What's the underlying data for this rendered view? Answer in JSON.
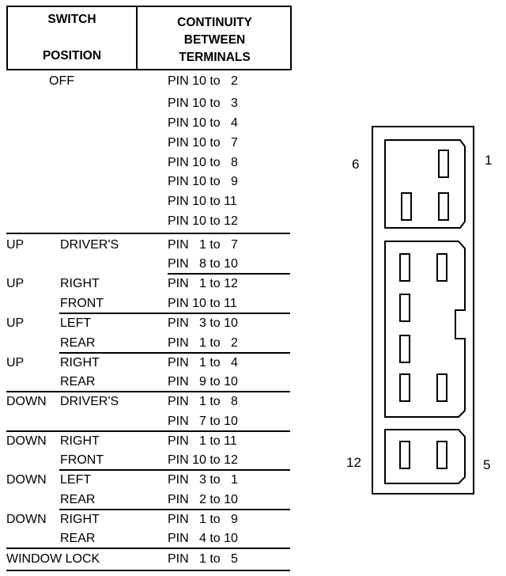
{
  "header": {
    "col1_line1": "SWITCH",
    "col1_line2": "POSITION",
    "col2_line1": "CONTINUITY",
    "col2_line2": "BETWEEN",
    "col2_line3": "TERMINALS"
  },
  "off_label": "OFF",
  "off_pins": [
    "PIN 10 to   2",
    "PIN 10 to   3",
    "PIN 10 to   4",
    "PIN 10 to   7",
    "PIN 10 to   8",
    "PIN 10 to   9",
    "PIN 10 to 11",
    "PIN 10 to 12"
  ],
  "rows": [
    {
      "dir": "UP",
      "pos": "DRIVER'S",
      "pin": "PIN   1 to   7"
    },
    {
      "dir": "",
      "pos": "",
      "pin": "PIN   8 to 10"
    },
    {
      "dir": "UP",
      "pos": "RIGHT",
      "pin": "PIN   1 to 12"
    },
    {
      "dir": "",
      "pos": "FRONT",
      "pin": "PIN 10 to 11"
    },
    {
      "dir": "UP",
      "pos": "LEFT",
      "pin": "PIN   3 to 10"
    },
    {
      "dir": "",
      "pos": "REAR",
      "pin": "PIN   1 to   2"
    },
    {
      "dir": "UP",
      "pos": "RIGHT",
      "pin": "PIN   1 to   4"
    },
    {
      "dir": "",
      "pos": "REAR",
      "pin": "PIN   9 to 10"
    },
    {
      "dir": "DOWN",
      "pos": "DRIVER'S",
      "pin": "PIN   1 to   8"
    },
    {
      "dir": "",
      "pos": "",
      "pin": "PIN   7 to 10"
    },
    {
      "dir": "DOWN",
      "pos": "RIGHT",
      "pin": "PIN   1 to 11"
    },
    {
      "dir": "",
      "pos": "FRONT",
      "pin": "PIN 10 to 12"
    },
    {
      "dir": "DOWN",
      "pos": "LEFT",
      "pin": "PIN   3 to   1"
    },
    {
      "dir": "",
      "pos": "REAR",
      "pin": "PIN   2 to 10"
    },
    {
      "dir": "DOWN",
      "pos": "RIGHT",
      "pin": "PIN   1 to   9"
    },
    {
      "dir": "",
      "pos": "REAR",
      "pin": "PIN   4 to 10"
    },
    {
      "dir": "WINDOW LOCK",
      "pos": "",
      "pin": "PIN   1 to   5"
    }
  ],
  "connector_labels": {
    "top_left": "6",
    "top_right": "1",
    "bottom_left": "12",
    "bottom_right": "5"
  }
}
